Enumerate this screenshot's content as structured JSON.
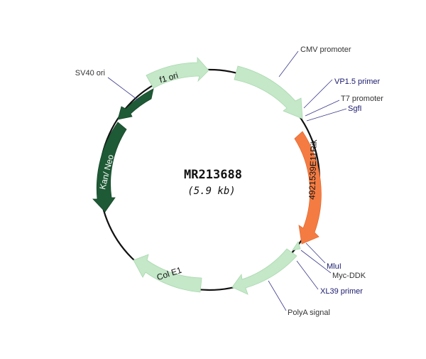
{
  "plasmid": {
    "name": "MR213688",
    "size": "(5.9 kb)"
  },
  "colors": {
    "backbone": "#111111",
    "light_feature": "#c4e8c8",
    "dark_feature": "#1e5a35",
    "insert": "#f47c43",
    "label_blue": "#1a1a6e"
  },
  "features": {
    "f1_ori": "f1 ori",
    "cmv_promoter": "CMV promoter",
    "insert": "4921539E11Rik",
    "polya": "PolyA signal",
    "col_e1": "Col E1",
    "kan_neo": "Kan/ Neo",
    "sv40_ori": "SV40 ori"
  },
  "callouts": {
    "sv40_ori": "SV40 ori",
    "cmv_promoter": "CMV promoter",
    "vp15_primer": "VP1.5 primer",
    "t7_promoter": "T7 promoter",
    "sgfi": "SgfI",
    "mlui": "MluI",
    "myc_ddk": "Myc-DDK",
    "xl39_primer": "XL39 primer",
    "polya_signal": "PolyA signal"
  }
}
